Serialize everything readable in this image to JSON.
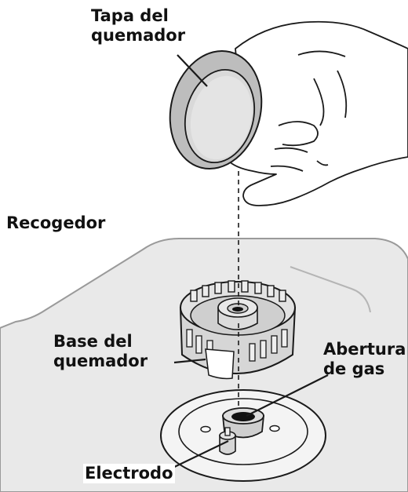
{
  "diagram": {
    "labels": {
      "burner_cap": {
        "line1": "Tapa del",
        "line2": "quemador"
      },
      "drip_pan": "Recogedor",
      "burner_base": {
        "line1": "Base del",
        "line2": "quemador"
      },
      "gas_opening": {
        "line1": "Abertura",
        "line2": "de gas"
      },
      "electrode": "Electrodo"
    },
    "colors": {
      "outline": "#1a1a1a",
      "cooktop_fill": "#e9e9e9",
      "cap_rim": "#bdbdbd",
      "cap_center": "#d9d9d9",
      "burner_base": "#d6d6d6",
      "hand_fill": "#ffffff"
    },
    "icons": [
      "hand-icon",
      "burner-cap-icon",
      "burner-base-icon",
      "electrode-icon"
    ]
  }
}
